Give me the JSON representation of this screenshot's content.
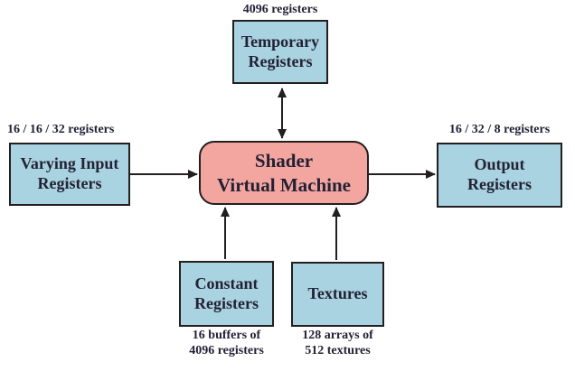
{
  "colors": {
    "register_box_fill": "#a9d3e0",
    "vm_box_fill": "#f3a59f",
    "border": "#231f20",
    "text": "#232135",
    "background": "#ffffff"
  },
  "nodes": {
    "temporary": {
      "line1": "Temporary",
      "line2": "Registers",
      "label_above": "4096 registers"
    },
    "varying_input": {
      "line1": "Varying Input",
      "line2": "Registers",
      "label_above": "16 / 16 / 32 registers"
    },
    "shader_vm": {
      "line1": "Shader",
      "line2": "Virtual Machine"
    },
    "output": {
      "line1": "Output",
      "line2": "Registers",
      "label_above": "16 / 32 / 8 registers"
    },
    "constant": {
      "line1": "Constant",
      "line2": "Registers",
      "caption_line1": "16 buffers of",
      "caption_line2": "4096 registers"
    },
    "textures": {
      "line1": "Textures",
      "caption_line1": "128 arrays of",
      "caption_line2": "512 textures"
    }
  }
}
